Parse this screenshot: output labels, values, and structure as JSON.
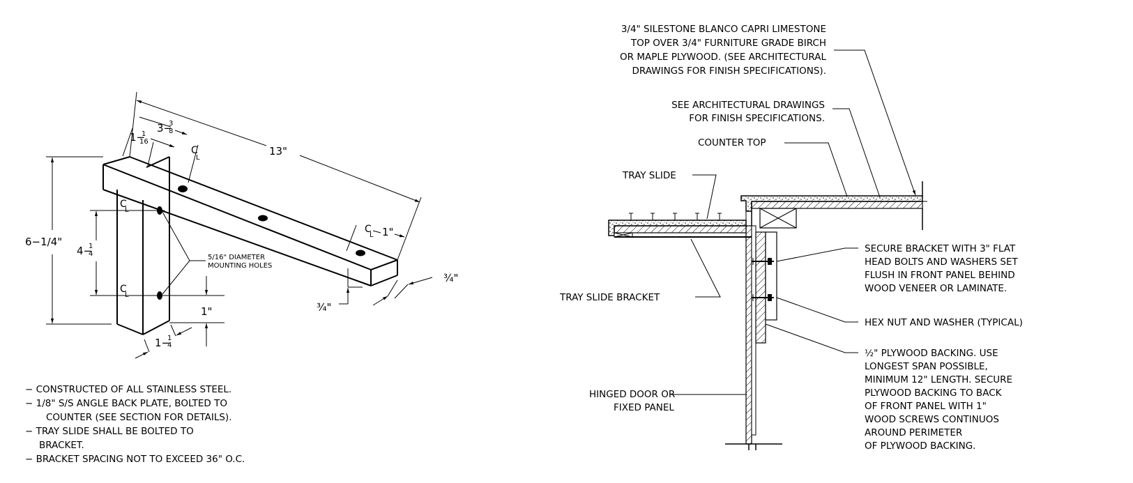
{
  "bracket": {
    "dim_13": "13\"",
    "dim_3": "3−",
    "dim_3_frac": "3",
    "dim_3_den": "8",
    "dim_1_1": "1−",
    "dim_1_1_frac": "1",
    "dim_1_1_den": "16",
    "dim_1_end": "1\"",
    "dim_6_1_4": "6−1/4\"",
    "dim_4": "4−",
    "dim_4_frac": "1",
    "dim_4_den": "4",
    "dim_3_4_right": "¾\"",
    "dim_3_4_bottom": "¾\"",
    "dim_1_bottom": "1\"",
    "dim_1_1_4": "1−",
    "dim_1_1_4_frac": "1",
    "dim_1_1_4_den": "4",
    "cl_mark": "C",
    "cl_sub": "L",
    "holes_label": [
      "5/16\" DIAMETER",
      "MOUNTING HOLES"
    ]
  },
  "notes": [
    "− CONSTRUCTED OF ALL STAINLESS STEEL.",
    "− 1/8\" S/S ANGLE BACK PLATE, BOLTED TO",
    "COUNTER (SEE SECTION FOR DETAILS).",
    "− TRAY SLIDE SHALL BE BOLTED TO",
    "BRACKET.",
    "− BRACKET SPACING NOT TO EXCEED 36\" O.C."
  ],
  "section": {
    "top_note": [
      "3/4\" SILESTONE BLANCO CAPRI LIMESTONE",
      "TOP OVER 3/4\" FURNITURE GRADE BIRCH",
      "OR MAPLE PLYWOOD. (SEE ARCHITECTURAL",
      "DRAWINGS FOR FINISH SPECIFICATIONS)."
    ],
    "finish_note": [
      "SEE ARCHITECTURAL DRAWINGS",
      "FOR FINISH SPECIFICATIONS."
    ],
    "counter_top": "COUNTER TOP",
    "tray_slide": "TRAY SLIDE",
    "tray_slide_bracket": "TRAY SLIDE BRACKET",
    "hinged_door": [
      "HINGED DOOR OR",
      "FIXED PANEL"
    ],
    "secure_bracket": [
      "SECURE BRACKET WITH 3\" FLAT",
      "HEAD BOLTS AND WASHERS SET",
      "FLUSH IN FRONT PANEL BEHIND",
      "WOOD VENEER OR LAMINATE."
    ],
    "hex_nut": "HEX NUT AND WASHER (TYPICAL)",
    "plywood_backing": [
      "½\" PLYWOOD BACKING. USE",
      "LONGEST SPAN POSSIBLE,",
      "MINIMUM 12\" LENGTH. SECURE",
      "PLYWOOD BACKING TO BACK",
      "OF FRONT PANEL WITH 1\"",
      "WOOD SCREWS CONTINUOS",
      "AROUND PERIMETER",
      "OF PLYWOOD BACKING."
    ]
  }
}
